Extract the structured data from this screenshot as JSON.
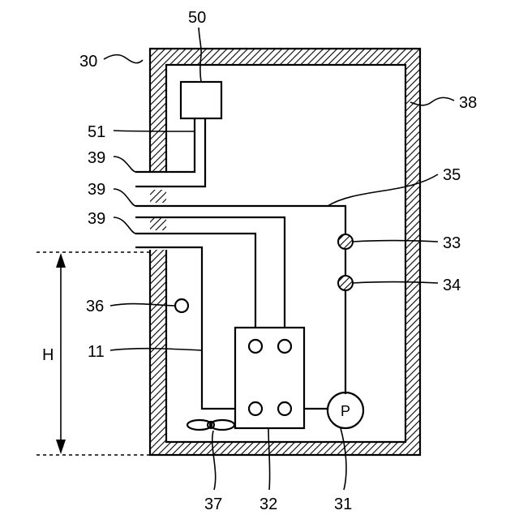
{
  "labels": {
    "housing": "30",
    "controller": "50",
    "controller_wire": "51",
    "port_upper": "39",
    "port_middle": "39",
    "port_lower": "39",
    "dimension": "H",
    "sensor": "36",
    "line_left": "11",
    "wall": "38",
    "line_right": "35",
    "valve_upper": "33",
    "valve_lower": "34",
    "fan": "37",
    "heat_exchanger": "32",
    "pump": "31"
  },
  "pump_symbol": "P"
}
